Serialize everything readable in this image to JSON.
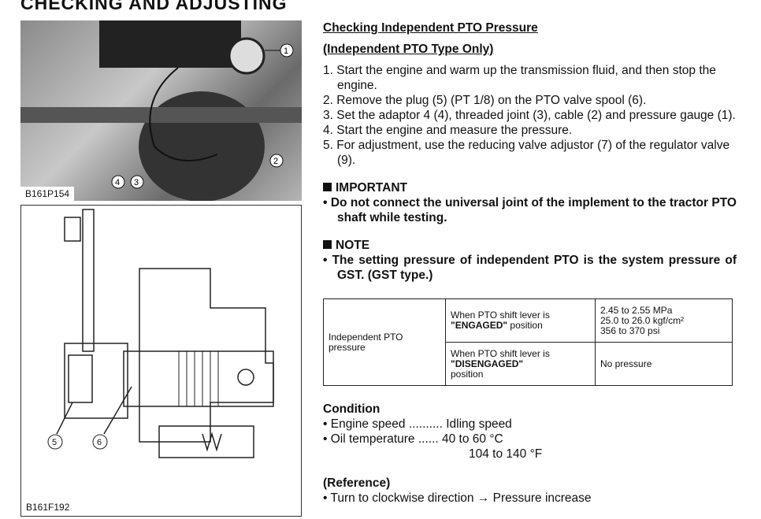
{
  "title": "CHECKING AND ADJUSTING",
  "photo": {
    "caption": "B161P154",
    "labels": [
      "1",
      "2",
      "3",
      "4"
    ]
  },
  "diagram": {
    "caption": "B161F192",
    "labels": [
      "5",
      "6"
    ]
  },
  "heading": "Checking Independent PTO Pressure",
  "subheading": "(Independent PTO Type Only)",
  "steps": [
    "1. Start the engine and warm up the transmission fluid, and then stop the engine.",
    "2. Remove the plug (5) (PT 1/8) on the PTO valve spool (6).",
    "3. Set the adaptor 4 (4), threaded joint (3), cable (2) and pressure gauge (1).",
    "4. Start the engine and measure the pressure.",
    "5. For adjustment, use the reducing valve adjustor (7) of the regulator valve (9)."
  ],
  "important": {
    "label": "IMPORTANT",
    "text": "• Do not connect the universal joint of the implement to the tractor PTO shaft while testing."
  },
  "note": {
    "label": "NOTE",
    "text": "• The setting pressure of independent PTO is the system pressure of GST. (GST type.)"
  },
  "table": {
    "row_header": "Independent PTO pressure",
    "rows": [
      {
        "cond_pre": "When PTO shift lever is",
        "cond_bold": "\"ENGAGED\"",
        "cond_post": "position",
        "value": [
          "2.45 to 2.55 MPa",
          "25.0 to 26.0 kgf/cm²",
          "356 to 370 psi"
        ]
      },
      {
        "cond_pre": "When PTO shift lever is",
        "cond_bold": "\"DISENGAGED\"",
        "cond_post": "position",
        "value": [
          "No pressure"
        ]
      }
    ]
  },
  "condition": {
    "label": "Condition",
    "items": [
      "• Engine speed .......... Idling speed",
      "• Oil temperature ...... 40 to 60 °C"
    ],
    "extra": "104 to 140 °F"
  },
  "reference": {
    "label": "(Reference)",
    "text": "• Turn to clockwise direction → Pressure increase"
  }
}
